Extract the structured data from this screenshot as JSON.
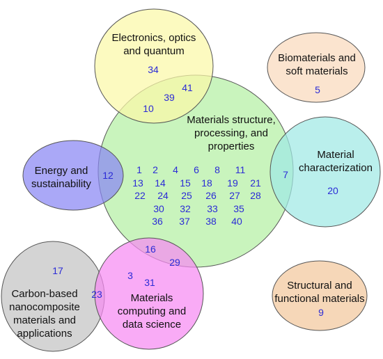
{
  "colors": {
    "main": "#b4f0a4",
    "electronics": "#fbf8a8",
    "biomaterials": "#f9d9bd",
    "energy": "#8986f4",
    "characterization": "#9fe9e4",
    "carbon": "#c4c4c4",
    "computing": "#f68bf2",
    "structural": "#f3c89c",
    "stroke": "#555555",
    "number": "#2b2bd6"
  },
  "groups": {
    "main": {
      "label_lines": [
        "Materials structure,",
        "processing, and",
        "properties"
      ]
    },
    "electronics": {
      "label_lines": [
        "Electronics, optics",
        "and quantum"
      ]
    },
    "biomaterials": {
      "label_lines": [
        "Biomaterials and",
        "soft materials"
      ]
    },
    "energy": {
      "label_lines": [
        "Energy and",
        "sustainability"
      ]
    },
    "characterization": {
      "label_lines": [
        "Material",
        "characterization"
      ]
    },
    "carbon": {
      "label_lines": [
        "Carbon-based",
        "nanocomposite",
        "materials and",
        "applications"
      ]
    },
    "computing": {
      "label_lines": [
        "Materials",
        "computing and",
        "data science"
      ]
    },
    "structural": {
      "label_lines": [
        "Structural and",
        "functional materials"
      ]
    }
  },
  "numbers": {
    "electronics_only": [
      "34"
    ],
    "electronics_main": [
      "41",
      "39",
      "10"
    ],
    "biomaterials_only": [
      "5"
    ],
    "energy_main": [
      "12"
    ],
    "main_only": [
      "1",
      "2",
      "4",
      "6",
      "8",
      "11",
      "13",
      "14",
      "15",
      "18",
      "19",
      "21",
      "22",
      "24",
      "25",
      "26",
      "27",
      "28",
      "30",
      "32",
      "33",
      "35",
      "36",
      "37",
      "38",
      "40"
    ],
    "characterization_main": [
      "7"
    ],
    "characterization_only": [
      "20"
    ],
    "main_computing": [
      "16",
      "29"
    ],
    "carbon_only": [
      "17"
    ],
    "carbon_computing": [
      "23"
    ],
    "computing_only": [
      "3",
      "31"
    ],
    "structural_only": [
      "9"
    ]
  }
}
